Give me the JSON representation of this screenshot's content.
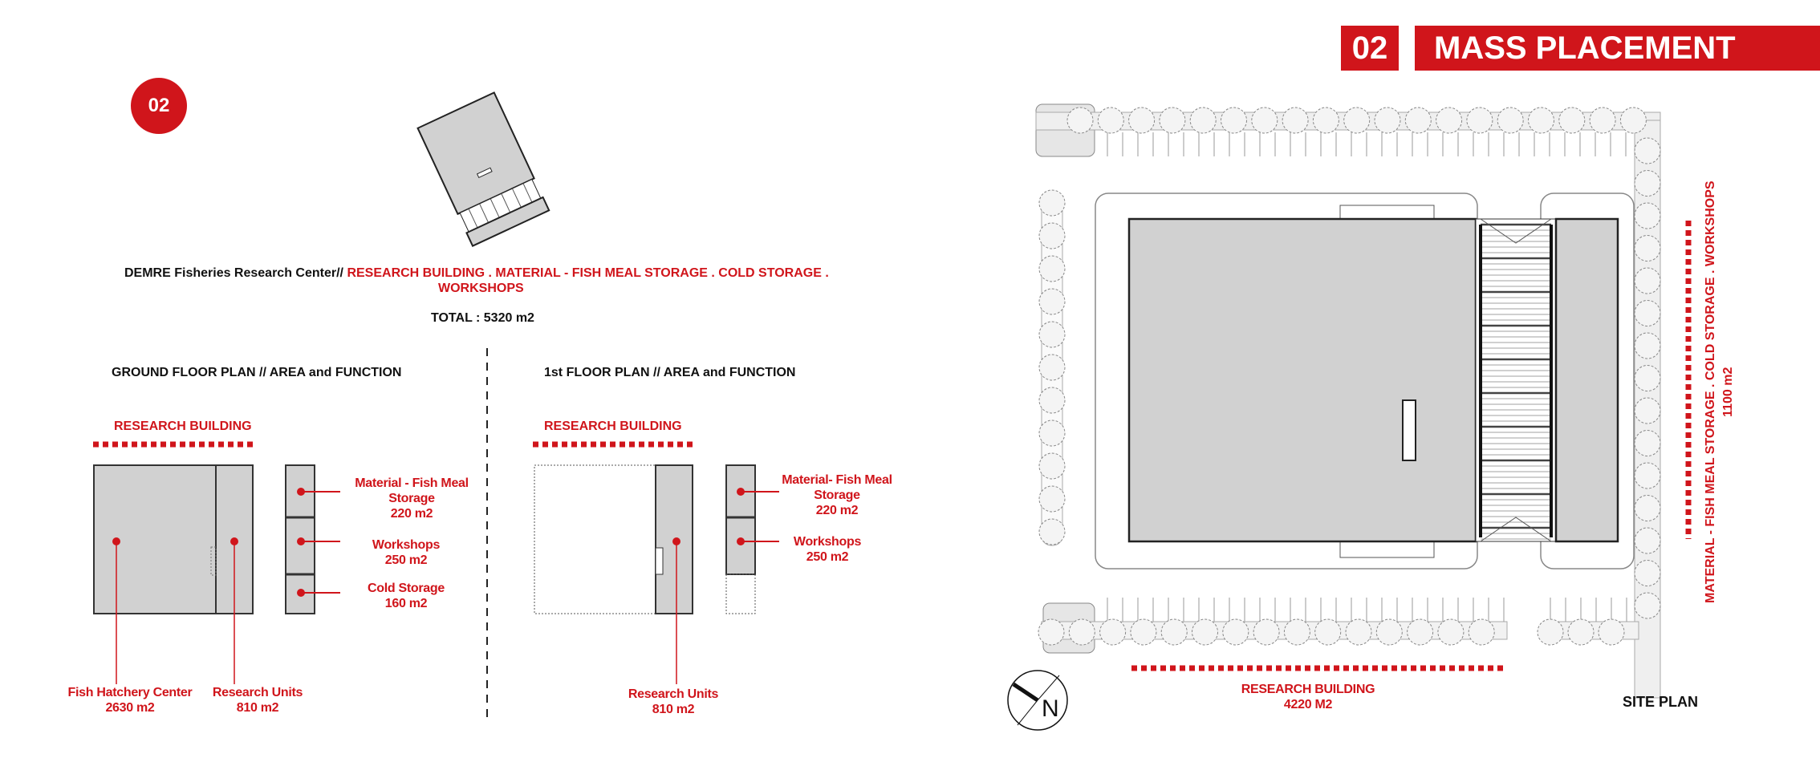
{
  "header": {
    "number": "02",
    "title": "MASS PLACEMENT"
  },
  "badge": "02",
  "intro": {
    "project": "DEMRE Fisheries Research Center//",
    "functions_line1": " RESEARCH BUILDING . MATERIAL - FISH MEAL STORAGE . COLD STORAGE .",
    "functions_line2": "WORKSHOPS",
    "total": "TOTAL : 5320 m2"
  },
  "ground_floor": {
    "heading": "GROUND FLOOR PLAN  //  AREA and FUNCTION",
    "building_label": "RESEARCH BUILDING",
    "labels": [
      {
        "name": "Material - Fish Meal",
        "name2": "Storage",
        "area": "220 m2"
      },
      {
        "name": "Workshops",
        "area": "250 m2"
      },
      {
        "name": "Cold Storage",
        "area": "160 m2"
      },
      {
        "name": "Fish Hatchery Center",
        "area": "2630 m2"
      },
      {
        "name": "Research Units",
        "area": "810 m2"
      }
    ]
  },
  "first_floor": {
    "heading": "1st FLOOR PLAN  //  AREA and FUNCTION",
    "building_label": "RESEARCH BUILDING",
    "labels": [
      {
        "name": "Material- Fish Meal",
        "name2": "Storage",
        "area": "220 m2"
      },
      {
        "name": "Workshops",
        "area": "250 m2"
      },
      {
        "name": "Research Units",
        "area": "810 m2"
      }
    ]
  },
  "site_plan": {
    "title": "SITE PLAN",
    "research_label": "RESEARCH BUILDING",
    "research_area": "4220 M2",
    "storage_label": "MATERIAL -  FISH MEAL STORAGE . COLD STORAGE . WORKSHOPS",
    "storage_area": "1100 m2",
    "north": "N"
  },
  "colors": {
    "accent": "#d0151b",
    "building": "#d1d1d1"
  }
}
